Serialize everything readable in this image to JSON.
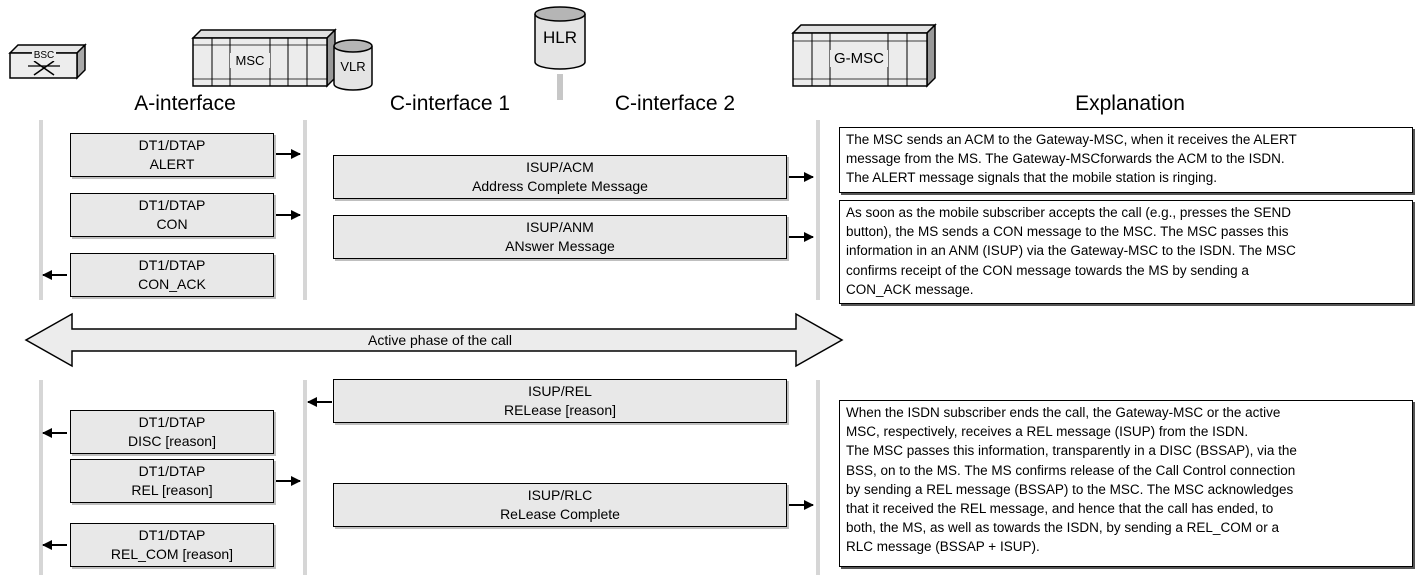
{
  "devices": {
    "bsc": "BSC",
    "msc": "MSC",
    "vlr": "VLR",
    "hlr": "HLR",
    "gmsc": "G-MSC"
  },
  "columns": {
    "a_interface": "A-interface",
    "c_interface_1": "C-interface 1",
    "c_interface_2": "C-interface 2",
    "explanation": "Explanation"
  },
  "messages": {
    "alert": {
      "line1": "DT1/DTAP",
      "line2": "ALERT"
    },
    "con": {
      "line1": "DT1/DTAP",
      "line2": "CON"
    },
    "con_ack": {
      "line1": "DT1/DTAP",
      "line2": "CON_ACK"
    },
    "acm": {
      "line1": "ISUP/ACM",
      "line2": "Address Complete Message"
    },
    "anm": {
      "line1": "ISUP/ANM",
      "line2": "ANswer Message"
    },
    "isup_rel": {
      "line1": "ISUP/REL",
      "line2": "RELease [reason]"
    },
    "disc": {
      "line1": "DT1/DTAP",
      "line2": "DISC [reason]"
    },
    "dtap_rel": {
      "line1": "DT1/DTAP",
      "line2": "REL [reason]"
    },
    "rlc": {
      "line1": "ISUP/RLC",
      "line2": "ReLease Complete"
    },
    "rel_com": {
      "line1": "DT1/DTAP",
      "line2": "REL_COM [reason]"
    }
  },
  "active_phase": "Active phase of the call",
  "explanations": {
    "alert": [
      "The MSC sends an ACM to the Gateway-MSC, when it receives the ALERT",
      "message from the MS. The Gateway-MSCforwards the ACM to the ISDN.",
      "The ALERT message signals that the mobile station is ringing."
    ],
    "connect": [
      "As soon as the mobile subscriber accepts the call (e.g., presses the SEND",
      "button), the MS sends a CON message to the MSC. The MSC passes this",
      "information in an ANM (ISUP) via the Gateway-MSC to the ISDN. The MSC",
      "confirms receipt of the CON message towards the MS by sending a",
      "CON_ACK message."
    ],
    "release": [
      "When the ISDN subscriber ends the call, the Gateway-MSC or the active",
      "MSC, respectively, receives a REL message (ISUP) from the ISDN.",
      "The MSC passes this information, transparently in a DISC (BSSAP), via the",
      "BSS, on to the MS. The MS confirms release of the Call Control connection",
      "by sending a REL message (BSSAP) to the MSC. The MSC acknowledges",
      "that it received the REL message, and hence that the call has ended, to",
      "both, the MS, as well as towards the ISDN, by sending a REL_COM or a",
      "RLC message (BSSAP + ISUP)."
    ]
  }
}
